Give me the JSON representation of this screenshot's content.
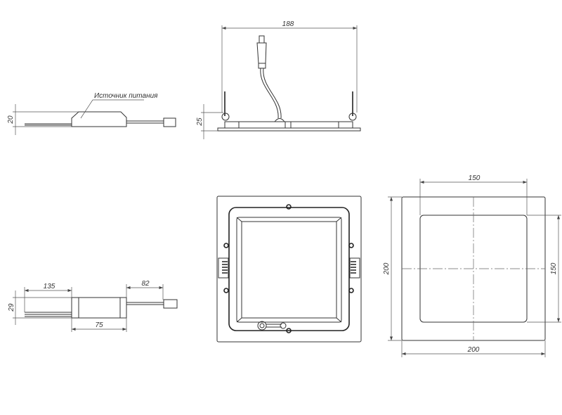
{
  "title_label": "Источник питания",
  "views": {
    "top_left": {
      "height_dim": "20"
    },
    "top_center": {
      "width_dim": "188",
      "height_dim": "25"
    },
    "bottom_left": {
      "wire_dim": "135",
      "cable_dim": "82",
      "height_dim": "29",
      "body_dim": "75"
    },
    "bottom_right": {
      "cutout_width_dim": "150",
      "cutout_height_dim": "150",
      "outer_height_dim": "200",
      "outer_width_dim": "200"
    }
  }
}
